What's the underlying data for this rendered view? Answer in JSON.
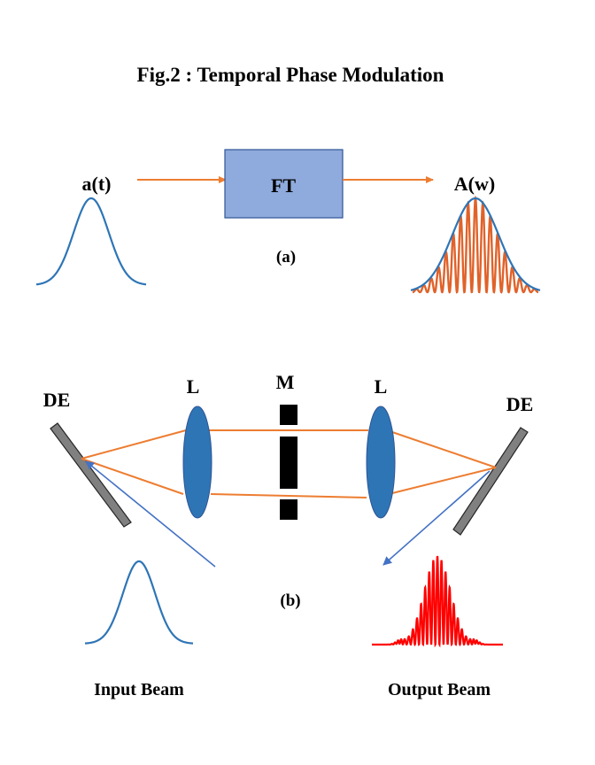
{
  "figure": {
    "title": "Fig.2 : Temporal Phase Modulation",
    "panel_a": {
      "caption": "(a)",
      "input_label": "a(t)",
      "block_label": "FT",
      "output_label": "A(w)"
    },
    "panel_b": {
      "caption": "(b)",
      "left_element_label": "DE",
      "right_element_label": "DE",
      "left_lens_label": "L",
      "right_lens_label": "L",
      "mask_label": "M",
      "input_caption": "Input Beam",
      "output_caption": "Output Beam"
    }
  },
  "colors": {
    "gaussian": "#2E75B6",
    "beam": "#ED7D31",
    "spectrum_fringes": "#E0622A",
    "output_pulse": "#FF0000",
    "ft_block_fill": "#8FAADC",
    "ft_block_border": "#2F5597",
    "lens_fill": "#2E75B6",
    "grating_fill": "#808080",
    "mask_fill": "#000000",
    "incoming_arrow": "#4472C4"
  }
}
